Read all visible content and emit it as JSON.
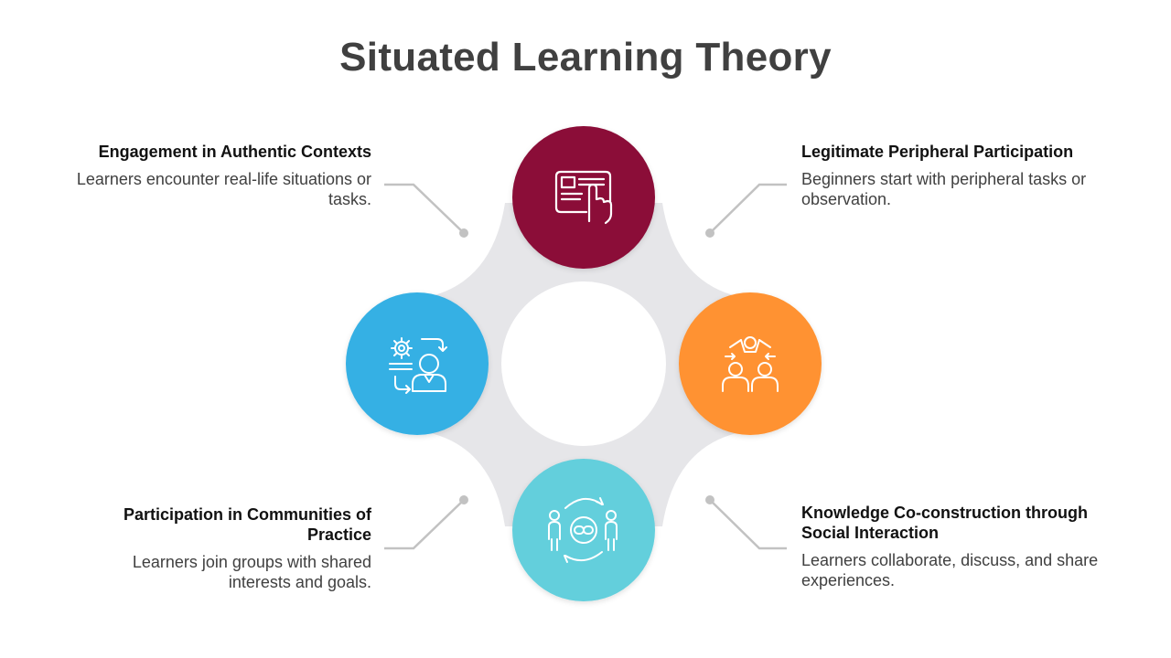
{
  "title": "Situated Learning Theory",
  "colors": {
    "top": "#8B1038",
    "left": "#36B0E4",
    "right": "#FF9230",
    "bottom": "#64CFDC",
    "hub": "#E6E6E9",
    "connector": "#C2C2C2"
  },
  "items": [
    {
      "heading": "Engagement in Authentic Contexts",
      "description": "Learners encounter real-life situations or tasks.",
      "icon": "touch-screen-icon"
    },
    {
      "heading": "Legitimate Peripheral Participation",
      "description": "Beginners start with peripheral tasks or observation.",
      "icon": "group-people-icon"
    },
    {
      "heading": "Participation in Communities of Practice",
      "description": "Learners join groups with shared interests and goals.",
      "icon": "user-process-icon"
    },
    {
      "heading": "Knowledge Co-construction through Social Interaction",
      "description": "Learners collaborate, discuss, and share experiences.",
      "icon": "people-exchange-icon"
    }
  ]
}
